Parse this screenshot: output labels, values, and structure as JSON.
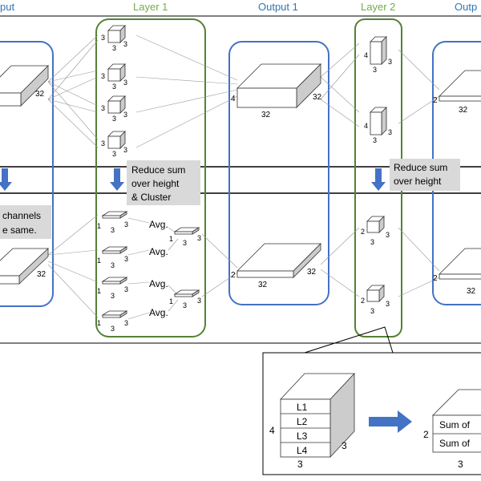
{
  "headers": {
    "input": "put",
    "layer1": "Layer 1",
    "output1": "Output 1",
    "layer2": "Layer 2",
    "output2": "Outp"
  },
  "colors": {
    "blue_border": "#4472C4",
    "green_border": "#548235",
    "green_text": "#70AD47",
    "blue_text": "#2E75B6",
    "arrow": "#4472C4",
    "label_bg": "#D9D9D9"
  },
  "notes": {
    "reduce1_line1": "Reduce sum",
    "reduce1_line2": "over height",
    "reduce1_line3": "& Cluster",
    "reduce2_line1": "Reduce sum",
    "reduce2_line2": "over height",
    "channels_line1": "channels",
    "channels_line2": "e same."
  },
  "dims": {
    "d32": "32",
    "d3": "3",
    "d4": "4",
    "d2": "2",
    "d1": "1"
  },
  "avg_label": "Avg.",
  "zoom": {
    "layers": [
      "L1",
      "L2",
      "L3",
      "L4"
    ],
    "sums": [
      "Sum of",
      "Sum of"
    ]
  }
}
